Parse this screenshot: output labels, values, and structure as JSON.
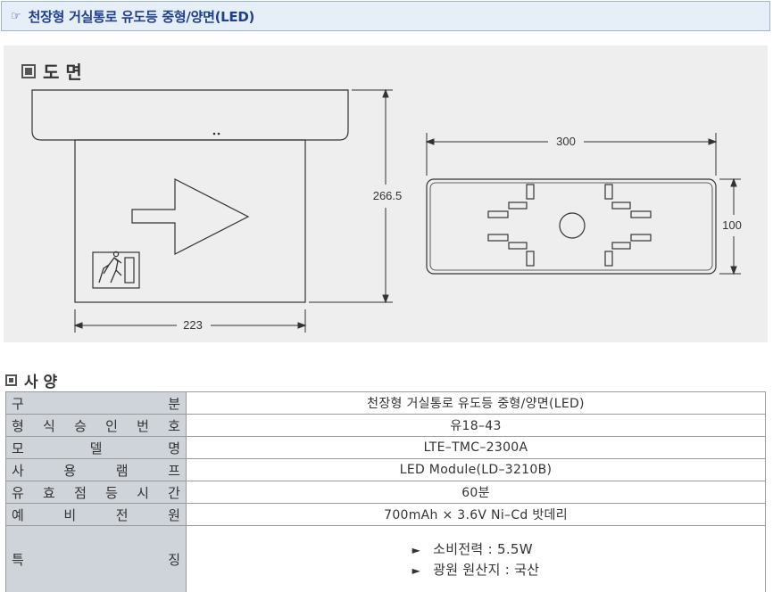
{
  "header": {
    "hand_icon": "☞",
    "title": "천장형 거실통로 유도등 중형/양면(LED)"
  },
  "drawing": {
    "section_title": "도 면",
    "dims": {
      "front_width": "223",
      "front_height": "266.5",
      "top_width": "300",
      "top_depth": "100"
    }
  },
  "spec": {
    "section_title": "사 양",
    "rows": [
      {
        "label": [
          "구",
          "분"
        ],
        "value": "천장형 거실통로  유도등 중형/양면(LED)"
      },
      {
        "label": [
          "형",
          "식",
          "승",
          "인",
          "번",
          "호"
        ],
        "value": "유18–43"
      },
      {
        "label": [
          "모",
          "델",
          "명"
        ],
        "value": "LTE–TMC–2300A"
      },
      {
        "label": [
          "사",
          "용",
          "램",
          "프"
        ],
        "value": "LED Module(LD–3210B)"
      },
      {
        "label": [
          "유",
          "효",
          "점",
          "등",
          "시",
          "간"
        ],
        "value": "60분"
      },
      {
        "label": [
          "예",
          "비",
          "전",
          "원"
        ],
        "value": "700mAh × 3.6V Ni–Cd 밧데리"
      }
    ],
    "features": {
      "label": [
        "특",
        "징"
      ],
      "items": [
        "소비전력 : 5.5W",
        "광원 원산지 : 국산"
      ],
      "bullet": "►"
    }
  }
}
